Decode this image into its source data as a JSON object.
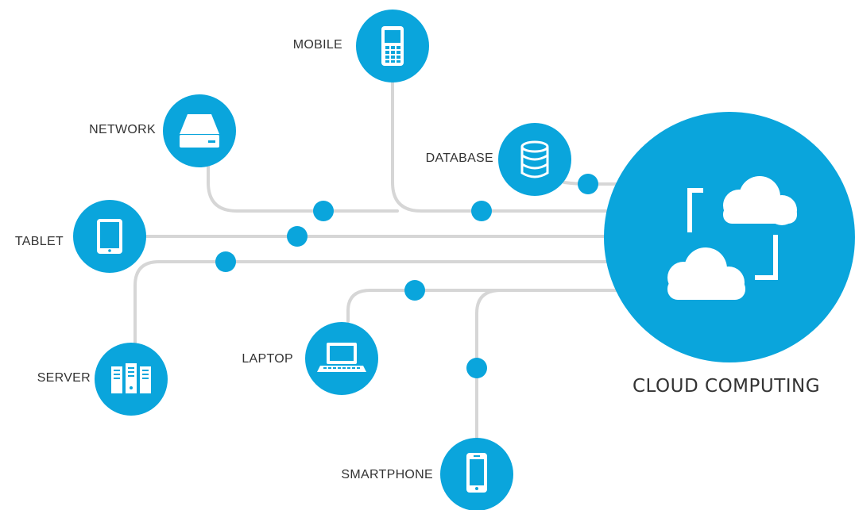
{
  "colors": {
    "accent": "#0aa5dc",
    "connector": "#d6d6d6",
    "text": "#333333",
    "icon": "#ffffff"
  },
  "hub": {
    "label": "CLOUD COMPUTING",
    "icon": "cloud-sync-icon"
  },
  "nodes": [
    {
      "id": "mobile",
      "label": "MOBILE",
      "icon": "mobile-phone-icon"
    },
    {
      "id": "network",
      "label": "NETWORK",
      "icon": "network-drive-icon"
    },
    {
      "id": "database",
      "label": "DATABASE",
      "icon": "database-icon"
    },
    {
      "id": "tablet",
      "label": "TABLET",
      "icon": "tablet-icon"
    },
    {
      "id": "server",
      "label": "SERVER",
      "icon": "server-rack-icon"
    },
    {
      "id": "laptop",
      "label": "LAPTOP",
      "icon": "laptop-icon"
    },
    {
      "id": "smartphone",
      "label": "SMARTPHONE",
      "icon": "smartphone-icon"
    }
  ]
}
